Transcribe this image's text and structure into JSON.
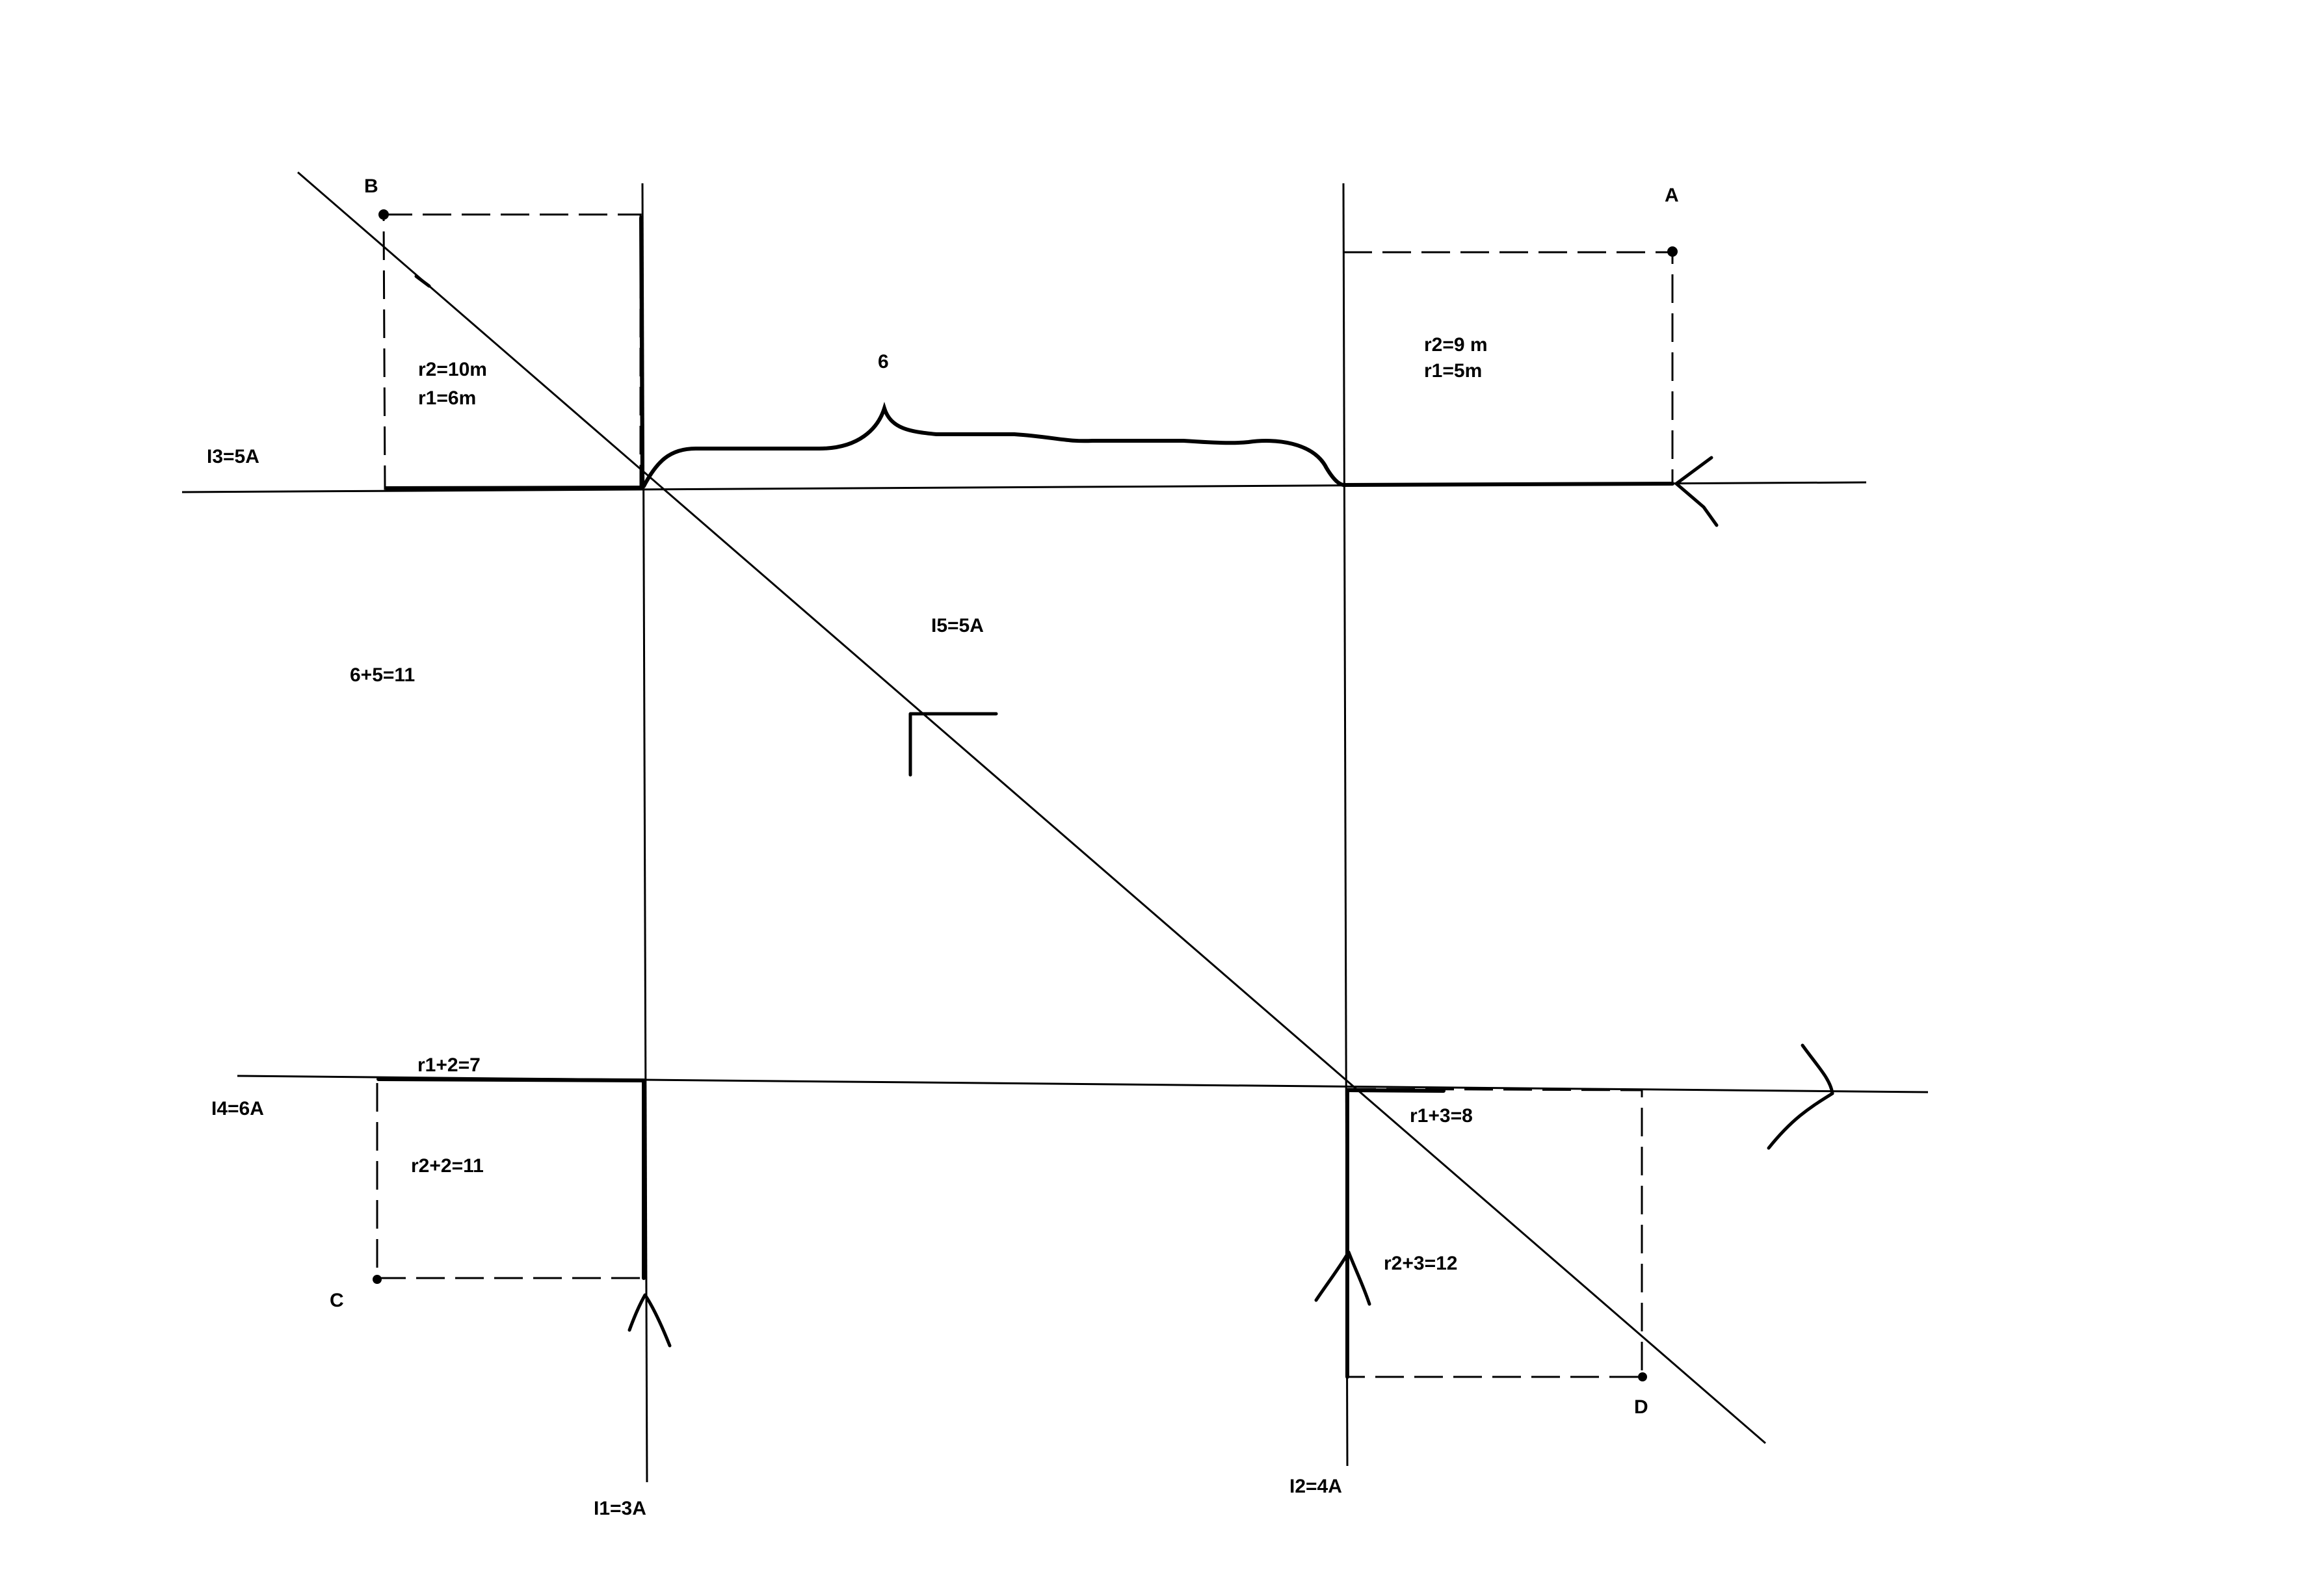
{
  "points": {
    "A": "A",
    "B": "B",
    "C": "C",
    "D": "D"
  },
  "currents": {
    "i1": "I1=3A",
    "i2": "I2=4A",
    "i3": "I3=5A",
    "i4": "I4=6A",
    "i5": "I5=5A"
  },
  "regions": {
    "b_r2": "r2=10m",
    "b_r1": "r1=6m",
    "a_r2": "r2=9 m",
    "a_r1": "r1=5m",
    "c_r1": "r1+2=7",
    "c_r2": "r2+2=11",
    "d_r1": "r1+3=8",
    "d_r2": "r2+3=12"
  },
  "annotations": {
    "distance_label": "6",
    "sum_label": "6+5=11"
  }
}
